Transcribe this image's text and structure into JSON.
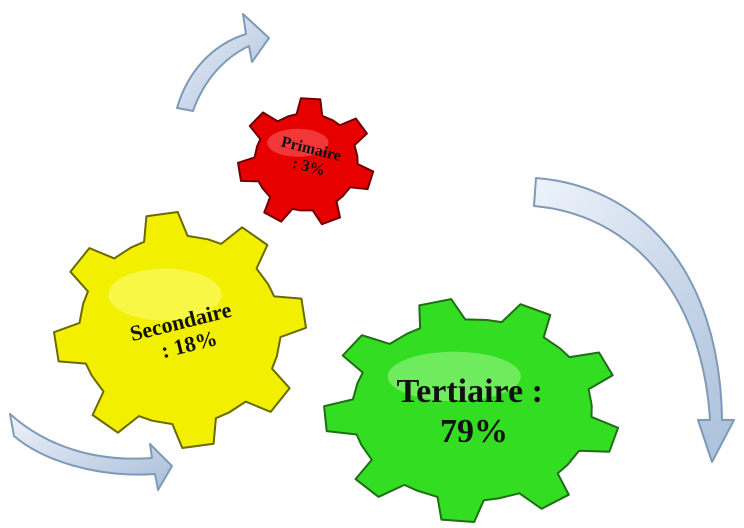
{
  "gears": [
    {
      "id": "primaire",
      "line1": "Primaire",
      "line2": ": 3%",
      "color": "#e60000",
      "highlight": "#ff7a7a",
      "stroke": "#6e0000"
    },
    {
      "id": "secondaire",
      "line1": "Secondaire",
      "line2": ": 18%",
      "color": "#f2f000",
      "highlight": "#ffff9a",
      "stroke": "#6a6a00"
    },
    {
      "id": "tertiaire",
      "line1": "Tertiaire :",
      "line2": "79%",
      "color": "#33dd22",
      "highlight": "#b6ffa8",
      "stroke": "#1f6e16"
    }
  ],
  "arrows": {
    "fill": "#c6d6ea",
    "stroke": "#7f9ab8"
  }
}
